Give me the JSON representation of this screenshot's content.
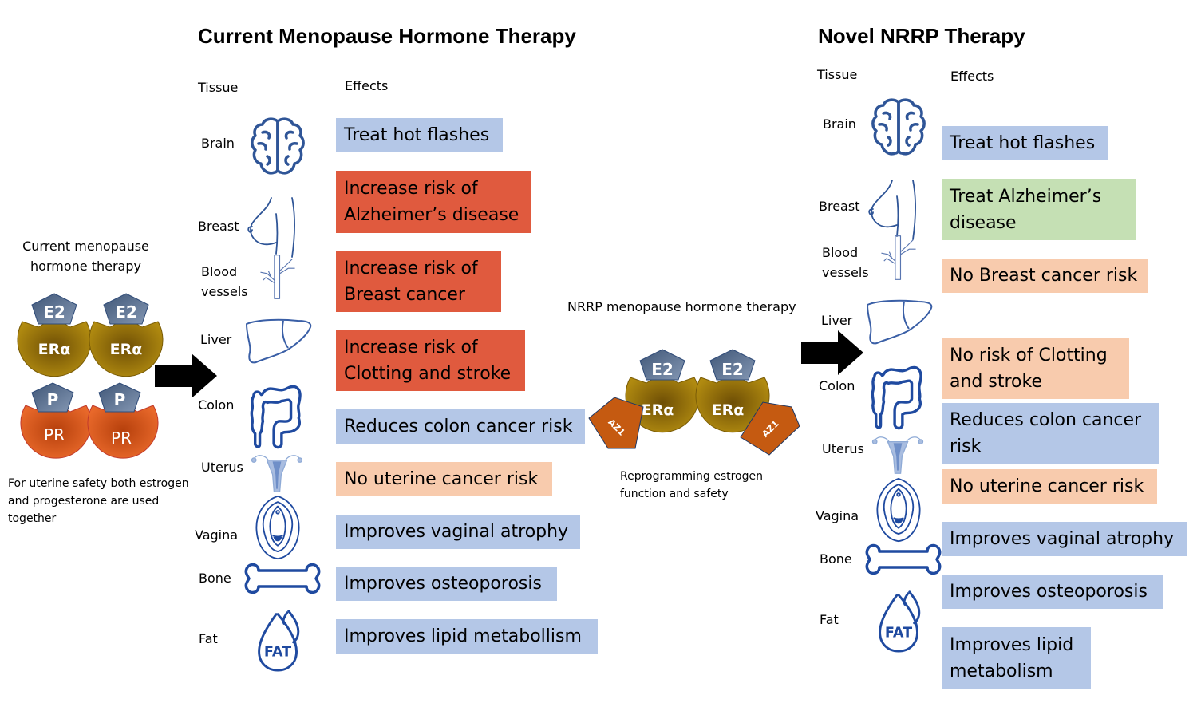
{
  "left_panel": {
    "caption": "Current menopause hormone therapy",
    "receptors": [
      {
        "ligand": "E2",
        "receptor": "ERα"
      },
      {
        "ligand": "E2",
        "receptor": "ERα"
      },
      {
        "ligand": "P",
        "receptor": "PR"
      },
      {
        "ligand": "P",
        "receptor": "PR"
      }
    ],
    "note": "For uterine safety both estrogen and progesterone are used together"
  },
  "current_therapy": {
    "title": "Current Menopause Hormone Therapy",
    "tissue_header": "Tissue",
    "effects_header": "Effects",
    "tissues": [
      "Brain",
      "Breast",
      "Blood vessels",
      "Liver",
      "Colon",
      "Uterus",
      "Vagina",
      "Bone",
      "Fat"
    ],
    "effects": [
      {
        "text": "Treat hot flashes",
        "type": "benefit"
      },
      {
        "text": "Increase risk of Alzheimer’s disease",
        "type": "risk"
      },
      {
        "text": "Increase risk of Breast cancer",
        "type": "risk"
      },
      {
        "text": "Increase risk of Clotting and stroke",
        "type": "risk"
      },
      {
        "text": "Reduces colon cancer risk",
        "type": "benefit"
      },
      {
        "text": "No uterine cancer risk",
        "type": "neutral"
      },
      {
        "text": "Improves vaginal atrophy",
        "type": "benefit"
      },
      {
        "text": "Improves osteoporosis",
        "type": "benefit"
      },
      {
        "text": "Improves lipid metabollism",
        "type": "benefit"
      }
    ]
  },
  "middle_panel": {
    "caption": "NRRP menopause hormone therapy",
    "receptors": [
      {
        "ligand": "E2",
        "receptor": "ERα",
        "modulator": "AZ1"
      },
      {
        "ligand": "E2",
        "receptor": "ERα",
        "modulator": "AZ1"
      }
    ],
    "note": "Reprogramming estrogen function and safety"
  },
  "novel_therapy": {
    "title": "Novel NRRP Therapy",
    "tissue_header": "Tissue",
    "effects_header": "Effects",
    "tissues": [
      "Brain",
      "Breast",
      "Blood vessels",
      "Liver",
      "Colon",
      "Uterus",
      "Vagina",
      "Bone",
      "Fat"
    ],
    "effects": [
      {
        "text": "Treat hot flashes",
        "type": "benefit"
      },
      {
        "text": "Treat Alzheimer’s disease",
        "type": "treat"
      },
      {
        "text": "No Breast cancer risk",
        "type": "neutral"
      },
      {
        "text": "No risk of Clotting and stroke",
        "type": "neutral"
      },
      {
        "text": "Reduces colon cancer risk",
        "type": "benefit"
      },
      {
        "text": "No uterine cancer risk",
        "type": "neutral"
      },
      {
        "text": "Improves vaginal atrophy",
        "type": "benefit"
      },
      {
        "text": "Improves osteoporosis",
        "type": "benefit"
      },
      {
        "text": "Improves lipid metabolism",
        "type": "benefit"
      }
    ]
  },
  "colors": {
    "benefit": "#b4c7e7",
    "risk": "#e05a3e",
    "neutral": "#f8cbad",
    "treat": "#c5e0b4",
    "icon_stroke": "#2f5597",
    "era_receptor": "#a07a0a",
    "pr_receptor": "#e0601c",
    "ligand": "#5f7393",
    "az1": "#c55a11"
  }
}
